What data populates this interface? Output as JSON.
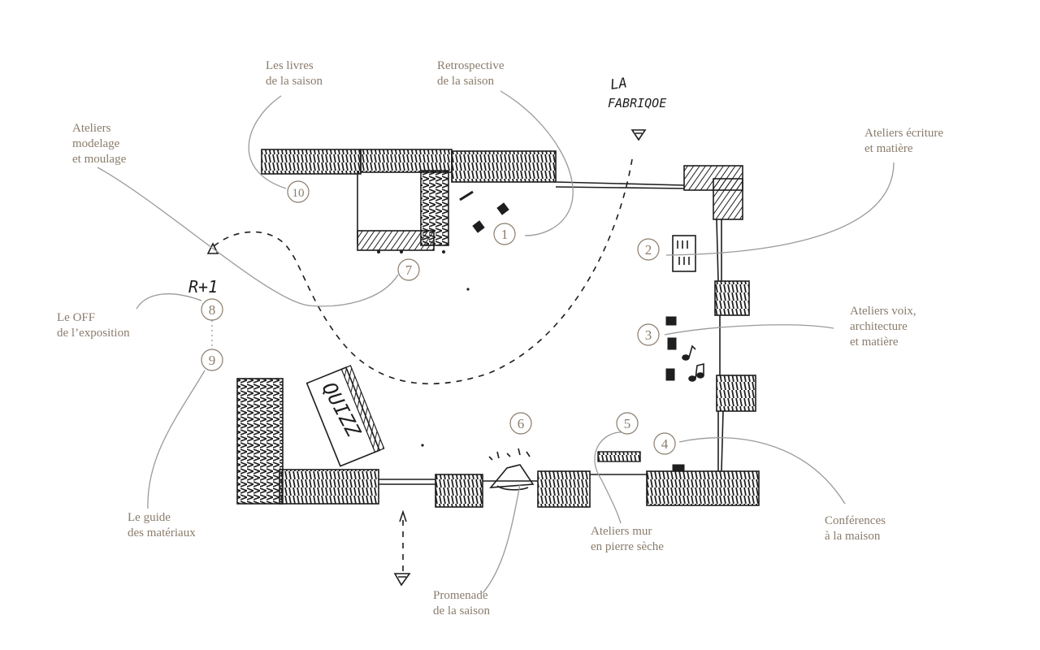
{
  "colors": {
    "ink": "#1e1e1e",
    "label": "#8a7c6c",
    "leader": "#9a9a9a",
    "background": "#ffffff"
  },
  "handwritten": {
    "entrance": [
      "LA",
      "FABRIQOE"
    ],
    "floor": "R+1",
    "quiz": "QUIZZ"
  },
  "stations": [
    {
      "number": "1",
      "label": [
        "Retrospective",
        "de la saison"
      ]
    },
    {
      "number": "2",
      "label": [
        "Ateliers écriture",
        "et matière"
      ]
    },
    {
      "number": "3",
      "label": [
        "Ateliers voix,",
        "architecture",
        "et matière"
      ]
    },
    {
      "number": "4",
      "label": [
        "Conférences",
        "à la maison"
      ]
    },
    {
      "number": "5",
      "label": [
        "Ateliers mur",
        "en pierre sèche"
      ]
    },
    {
      "number": "6",
      "label": [
        "Promenade",
        "de la saison"
      ]
    },
    {
      "number": "7",
      "label": [
        "Ateliers",
        "modelage",
        "et moulage"
      ]
    },
    {
      "number": "8",
      "label": [
        "Le OFF",
        "de l’exposition"
      ]
    },
    {
      "number": "9",
      "label": [
        "Le guide",
        "des matériaux"
      ]
    },
    {
      "number": "10",
      "label": [
        "Les livres",
        "de la saison"
      ]
    }
  ]
}
